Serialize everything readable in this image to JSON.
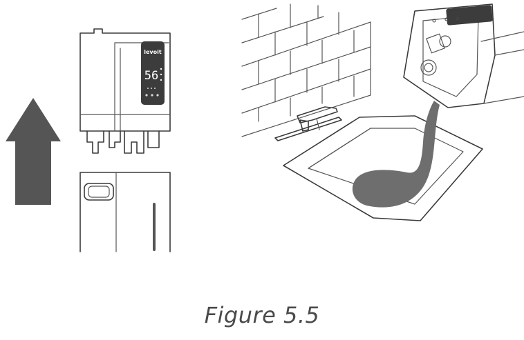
{
  "figure": {
    "caption": "Figure 5.5",
    "humidifier_brand": "levoit",
    "display_reading": "56",
    "colors": {
      "arrow": "#555555",
      "water": "#6e6e6e",
      "line": "#3a3a3a",
      "panel": "#3c3c3c"
    }
  }
}
